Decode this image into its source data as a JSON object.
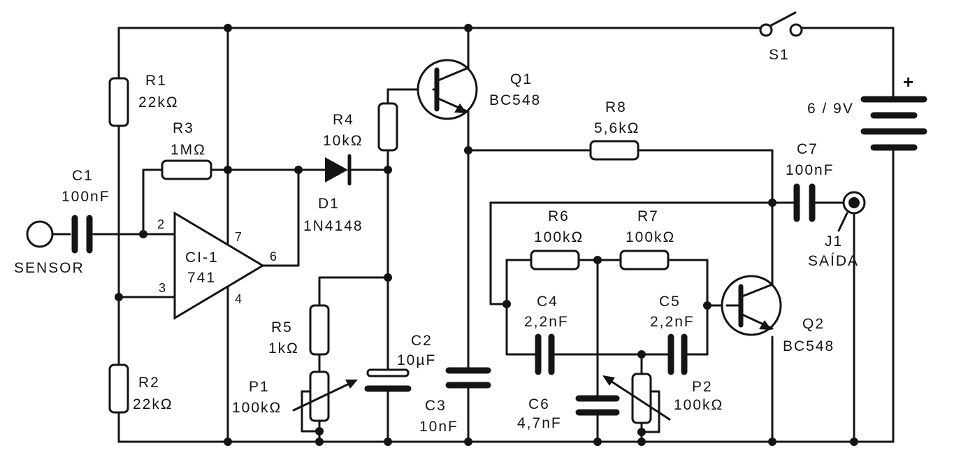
{
  "components": {
    "sensor": {
      "name": "SENSOR"
    },
    "c1": {
      "name": "C1",
      "value": "100nF"
    },
    "r1": {
      "name": "R1",
      "value": "22kΩ"
    },
    "r2": {
      "name": "R2",
      "value": "22kΩ"
    },
    "r3": {
      "name": "R3",
      "value": "1MΩ"
    },
    "ic1": {
      "name": "CI-1",
      "value": "741",
      "pin2": "2",
      "pin3": "3",
      "pin4": "4",
      "pin6": "6",
      "pin7": "7"
    },
    "d1": {
      "name": "D1",
      "value": "1N4148"
    },
    "r4": {
      "name": "R4",
      "value": "10kΩ"
    },
    "q1": {
      "name": "Q1",
      "value": "BC548"
    },
    "r5": {
      "name": "R5",
      "value": "1kΩ"
    },
    "p1": {
      "name": "P1",
      "value": "100kΩ"
    },
    "c2": {
      "name": "C2",
      "value": "10µF"
    },
    "c3": {
      "name": "C3",
      "value": "10nF"
    },
    "r8": {
      "name": "R8",
      "value": "5,6kΩ"
    },
    "r6": {
      "name": "R6",
      "value": "100kΩ"
    },
    "r7": {
      "name": "R7",
      "value": "100kΩ"
    },
    "c4": {
      "name": "C4",
      "value": "2,2nF"
    },
    "c5": {
      "name": "C5",
      "value": "2,2nF"
    },
    "c6": {
      "name": "C6",
      "value": "4,7nF"
    },
    "p2": {
      "name": "P2",
      "value": "100kΩ"
    },
    "q2": {
      "name": "Q2",
      "value": "BC548"
    },
    "c7": {
      "name": "C7",
      "value": "100nF"
    },
    "j1": {
      "name": "J1",
      "value": "SAÍDA"
    },
    "s1": {
      "name": "S1"
    },
    "battery": {
      "value": "6 / 9V",
      "plus": "+"
    }
  }
}
